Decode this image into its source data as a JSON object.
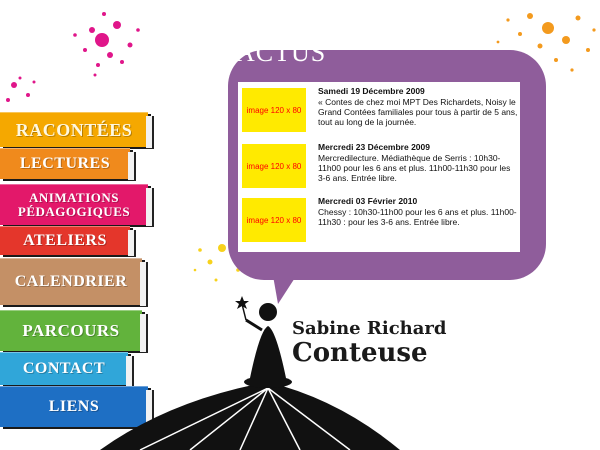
{
  "nav": {
    "items": [
      {
        "label": "RACONTÉES"
      },
      {
        "label": "LECTURES"
      },
      {
        "label_line1": "ANIMATIONS",
        "label_line2": "PÉDAGOGIQUES"
      },
      {
        "label": "ATELIERS"
      },
      {
        "label": "CALENDRIER"
      },
      {
        "label": "PARCOURS"
      },
      {
        "label": "CONTACT"
      },
      {
        "label": "LIENS"
      }
    ]
  },
  "actus": {
    "title": "ACTUS",
    "items": [
      {
        "thumb": "image 120 x 80",
        "date": "Samedi 19 Décembre 2009",
        "text": "« Contes de chez moi MPT Des Richardets, Noisy le Grand Contées familiales pour tous à partir de 5 ans, tout au long de la journée."
      },
      {
        "thumb": "image 120 x 80",
        "date": "Mercredi 23 Décembre 2009",
        "text": "Mercredilecture. Médiathèque de Serris : 10h30-11h00 pour les 6 ans et plus. 11h00-11h30 pour les 3-6 ans. Entrée libre."
      },
      {
        "thumb": "image 120 x 80",
        "date": "Mercredi 03 Février 2010",
        "text": "Chessy : 10h30-11h00 pour les 6 ans et plus. 11h00-11h30 : pour les 3-6 ans. Entrée libre."
      }
    ]
  },
  "brand": {
    "name": "Sabine Richard",
    "role": "Conteuse"
  },
  "colors": {
    "bubble": "#8f5d9b",
    "thumb_bg": "#ffea00",
    "thumb_text": "#ff0000"
  }
}
